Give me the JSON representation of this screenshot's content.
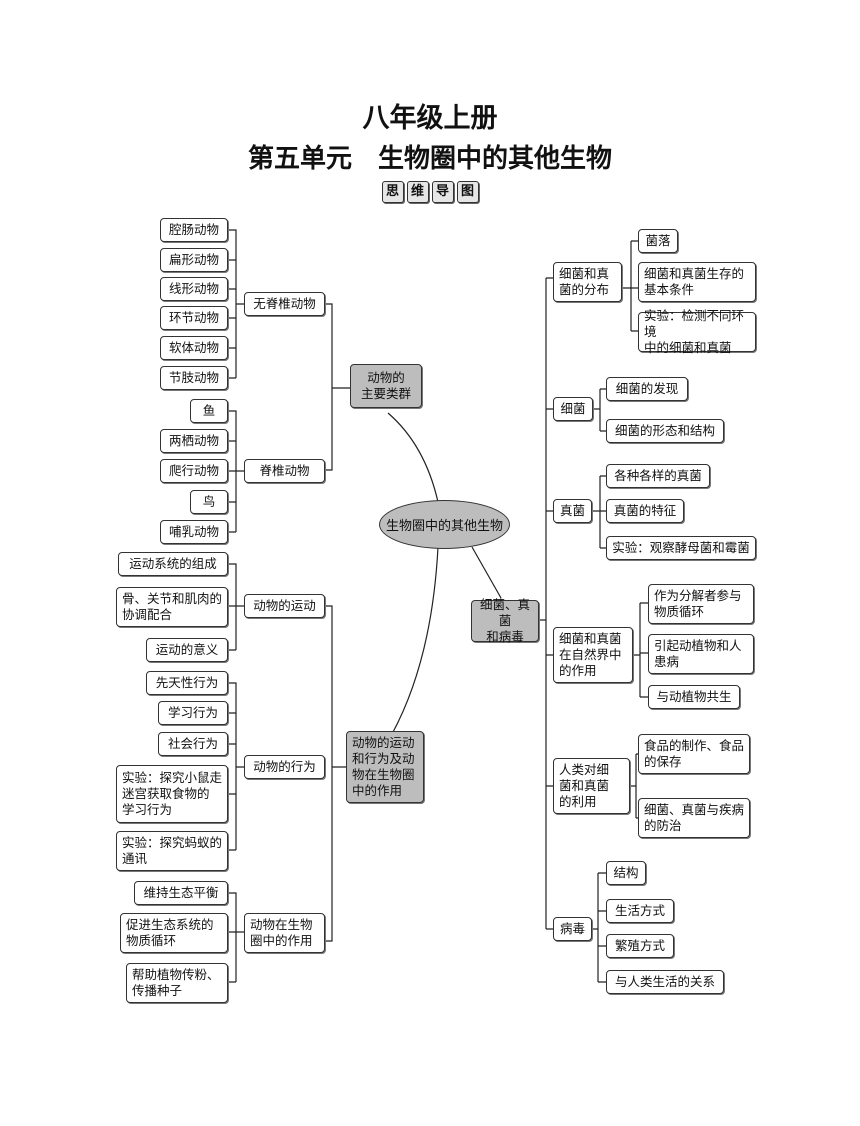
{
  "title": "八年级上册",
  "subtitle": "第五单元　生物圈中的其他生物",
  "badge": [
    "思",
    "维",
    "导",
    "图"
  ],
  "center": "生物圈中的其他生物",
  "left": {
    "groups": "动物的\n主要类群",
    "invertebrate": "无脊椎动物",
    "invertebrate_items": [
      "腔肠动物",
      "扁形动物",
      "线形动物",
      "环节动物",
      "软体动物",
      "节肢动物"
    ],
    "vertebrate": "脊椎动物",
    "vertebrate_items": [
      "鱼",
      "两栖动物",
      "爬行动物",
      "鸟",
      "哺乳动物"
    ],
    "role": "动物的运动\n和行为及动\n物在生物圈\n中的作用",
    "movement": "动物的运动",
    "movement_items": [
      "运动系统的组成",
      "骨、关节和肌肉的\n协调配合",
      "运动的意义"
    ],
    "behavior": "动物的行为",
    "behavior_items": [
      "先天性行为",
      "学习行为",
      "社会行为",
      "实验：探究小鼠走\n迷宫获取食物的\n学习行为",
      "实验：探究蚂蚁的\n通讯"
    ],
    "function": "动物在生物\n圈中的作用",
    "function_items": [
      "维持生态平衡",
      "促进生态系统的\n物质循环",
      "帮助植物传粉、\n传播种子"
    ]
  },
  "right": {
    "main": "细菌、真菌\n和病毒",
    "distribution": "细菌和真\n菌的分布",
    "distribution_items": [
      "菌落",
      "细菌和真菌生存的\n基本条件",
      "实验：检测不同环境\n中的细菌和真菌"
    ],
    "bacteria": "细菌",
    "bacteria_items": [
      "细菌的发现",
      "细菌的形态和结构"
    ],
    "fungi": "真菌",
    "fungi_items": [
      "各种各样的真菌",
      "真菌的特征",
      "实验：观察酵母菌和霉菌"
    ],
    "nature": "细菌和真菌\n在自然界中\n的作用",
    "nature_items": [
      "作为分解者参与\n物质循环",
      "引起动植物和人\n患病",
      "与动植物共生"
    ],
    "human": "人类对细\n菌和真菌\n的利用",
    "human_items": [
      "食品的制作、食品\n的保存",
      "细菌、真菌与疾病\n的防治"
    ],
    "virus": "病毒",
    "virus_items": [
      "结构",
      "生活方式",
      "繁殖方式",
      "与人类生活的关系"
    ]
  }
}
